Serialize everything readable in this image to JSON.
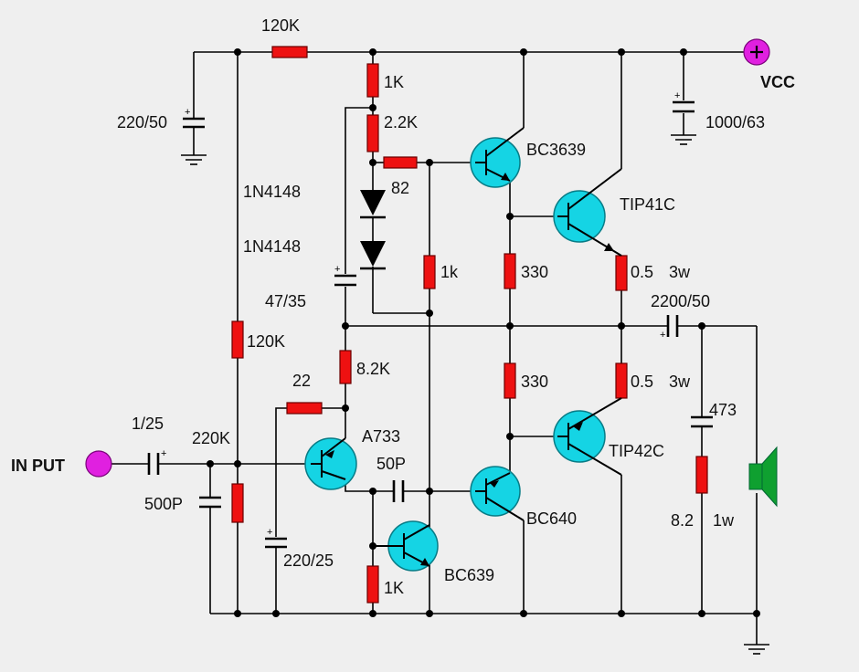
{
  "labels": {
    "r_top_feedback": "120K",
    "cap_filter": "220/50",
    "r_bias_1k": "1K",
    "r_bias_2k2": "2.2K",
    "r_82": "82",
    "diode1": "1N4148",
    "diode2": "1N4148",
    "cap_bootstrap": "47/35",
    "r_1k_mid": "1k",
    "r_330_top": "330",
    "r_05_top": "0.5",
    "r_05_top_w": "3w",
    "cap_out": "2200/50",
    "r_120k_lower": "120K",
    "r_8k2": "8.2K",
    "r_22": "22",
    "r_330_bot": "330",
    "r_05_bot": "0.5",
    "r_05_bot_w": "3w",
    "cap_473": "473",
    "cap_in": "1/25",
    "r_220k": "220K",
    "input": "IN PUT",
    "cap_500p": "500P",
    "cap_50p": "50P",
    "cap_220_25": "220/25",
    "r_1k_bot": "1K",
    "r_82_zobel": "8.2",
    "r_82_zobel_w": "1w",
    "cap_supply": "1000/63",
    "vcc": "VCC"
  },
  "transistors": {
    "q_bc3639": "BC3639",
    "q_tip41c": "TIP41C",
    "q_a733": "A733",
    "q_bc640": "BC640",
    "q_tip42c": "TIP42C",
    "q_bc639": "BC639"
  },
  "colors": {
    "resistor": "#ee1111",
    "transistor": "#15d4e4",
    "terminal": "#e020e0",
    "speaker": "#0fa030",
    "background": "#efefef"
  }
}
